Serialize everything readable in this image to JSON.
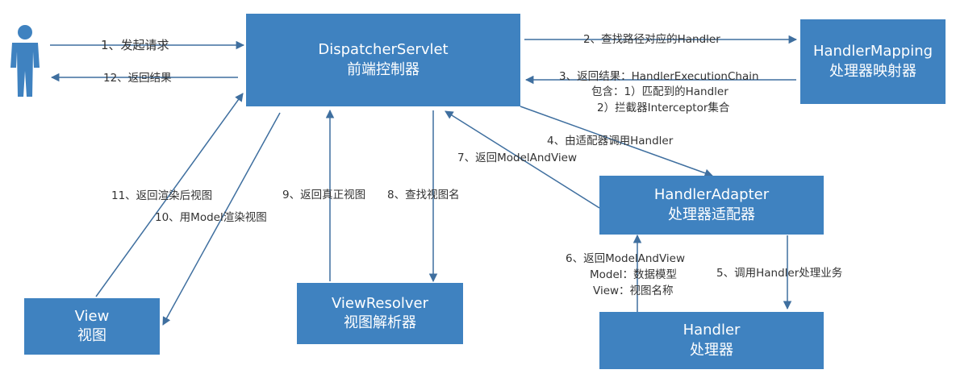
{
  "colors": {
    "box": "#3f82c0",
    "arrow": "#3f6f9f",
    "text": "#333333",
    "person": "#3f82c0"
  },
  "icons": {
    "user": "user-icon"
  },
  "boxes": {
    "dispatcher": {
      "line1": "DispatcherServlet",
      "line2": "前端控制器"
    },
    "handler_mapping": {
      "line1": "HandlerMapping",
      "line2": "处理器映射器"
    },
    "handler_adapter": {
      "line1": "HandlerAdapter",
      "line2": "处理器适配器"
    },
    "handler": {
      "line1": "Handler",
      "line2": "处理器"
    },
    "view_resolver": {
      "line1": "ViewResolver",
      "line2": "视图解析器"
    },
    "view": {
      "line1": "View",
      "line2": "视图"
    }
  },
  "steps": {
    "s1": "1、发起请求",
    "s2": "2、查找路径对应的Handler",
    "s3_line1": "3、返回结果：HandlerExecutionChain",
    "s3_line2": "包含：1）匹配到的Handler",
    "s3_line3": "2）拦截器Interceptor集合",
    "s4": "4、由适配器调用Handler",
    "s5": "5、调用Handler处理业务",
    "s6_line1": "6、返回ModelAndView",
    "s6_line2": "Model：数据模型",
    "s6_line3": "View：视图名称",
    "s7": "7、返回ModelAndView",
    "s8": "8、查找视图名",
    "s9": "9、返回真正视图",
    "s10": "10、用Model渲染视图",
    "s11": "11、返回渲染后视图",
    "s12": "12、返回结果"
  }
}
